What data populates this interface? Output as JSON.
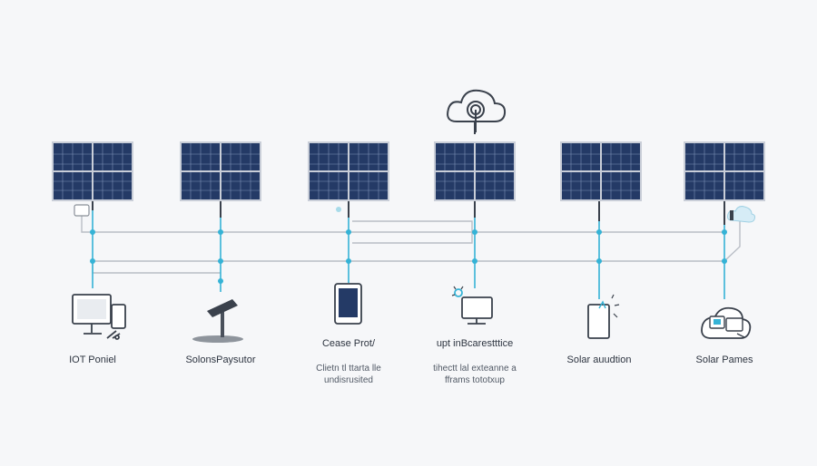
{
  "colors": {
    "background": "#f6f7f9",
    "panel": "#243a66",
    "panel_grid": "#7f93b8",
    "panel_frame": "#c9ced8",
    "connector": "#35b3d6",
    "wire": "#b9bec6",
    "icon_stroke": "#3a414c"
  },
  "top_icon": {
    "name": "cloud-broadcast-icon"
  },
  "panels": [
    {
      "id": "p1",
      "label": "IOT Poniel",
      "device_icon": "desktop-computer-icon"
    },
    {
      "id": "p2",
      "label": "SolonsPaysutor",
      "device_icon": "pole-mount-panel-icon"
    },
    {
      "id": "p3",
      "label_lines": [
        "Cease Prot/",
        "Clietn tl ttarta lle",
        "undisrusited"
      ],
      "device_icon": "tablet-icon"
    },
    {
      "id": "p4",
      "label_lines": [
        "upt inBcarestttice",
        "tihectt lal exteanne a",
        "fframs tototxup"
      ],
      "device_icon": "monitor-sensor-icon"
    },
    {
      "id": "p5",
      "label": "Solar auudtion",
      "device_icon": "smart-meter-icon"
    },
    {
      "id": "p6",
      "label": "Solar Pames",
      "device_icon": "cloud-dashboard-icon"
    }
  ]
}
